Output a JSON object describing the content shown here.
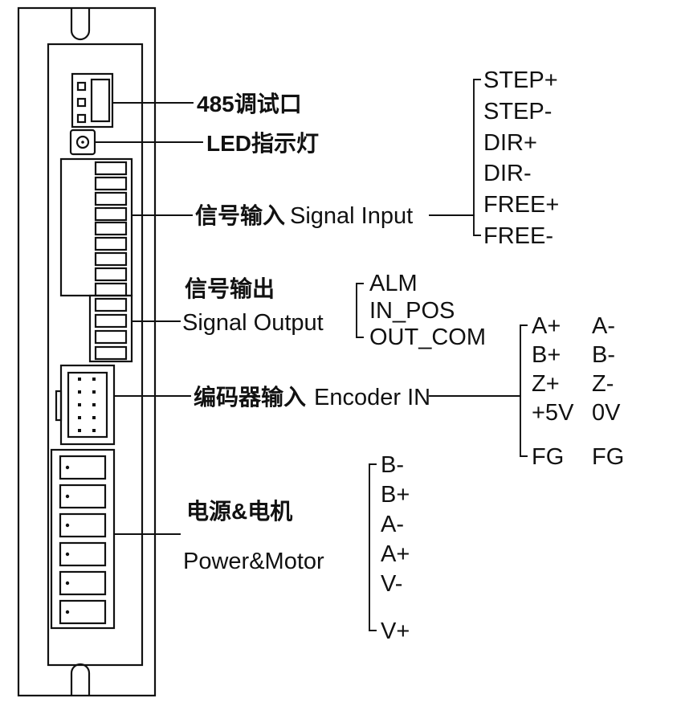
{
  "device": {
    "labels": {
      "debug_port": "485调试口",
      "led_indicator": "LED指示灯",
      "signal_input_cn": "信号输入",
      "signal_input_en": "Signal Input",
      "signal_output_cn": "信号输出",
      "signal_output_en": "Signal Output",
      "encoder_cn": "编码器输入",
      "encoder_en": "Encoder IN",
      "power_cn": "电源&电机",
      "power_en": "Power&Motor"
    },
    "pins": {
      "signal_input": [
        "STEP+",
        "STEP-",
        "DIR+",
        "DIR-",
        "FREE+",
        "FREE-"
      ],
      "signal_output": [
        "ALM",
        "IN_POS",
        "OUT_COM"
      ],
      "encoder": {
        "left": [
          "A+",
          "B+",
          "Z+",
          "+5V",
          "FG"
        ],
        "right": [
          "A-",
          "B-",
          "Z-",
          "0V",
          "FG"
        ]
      },
      "power": [
        "B-",
        "B+",
        "A-",
        "A+",
        "V-",
        "V+"
      ]
    },
    "colors": {
      "line": "#111111",
      "background": "#ffffff"
    }
  }
}
